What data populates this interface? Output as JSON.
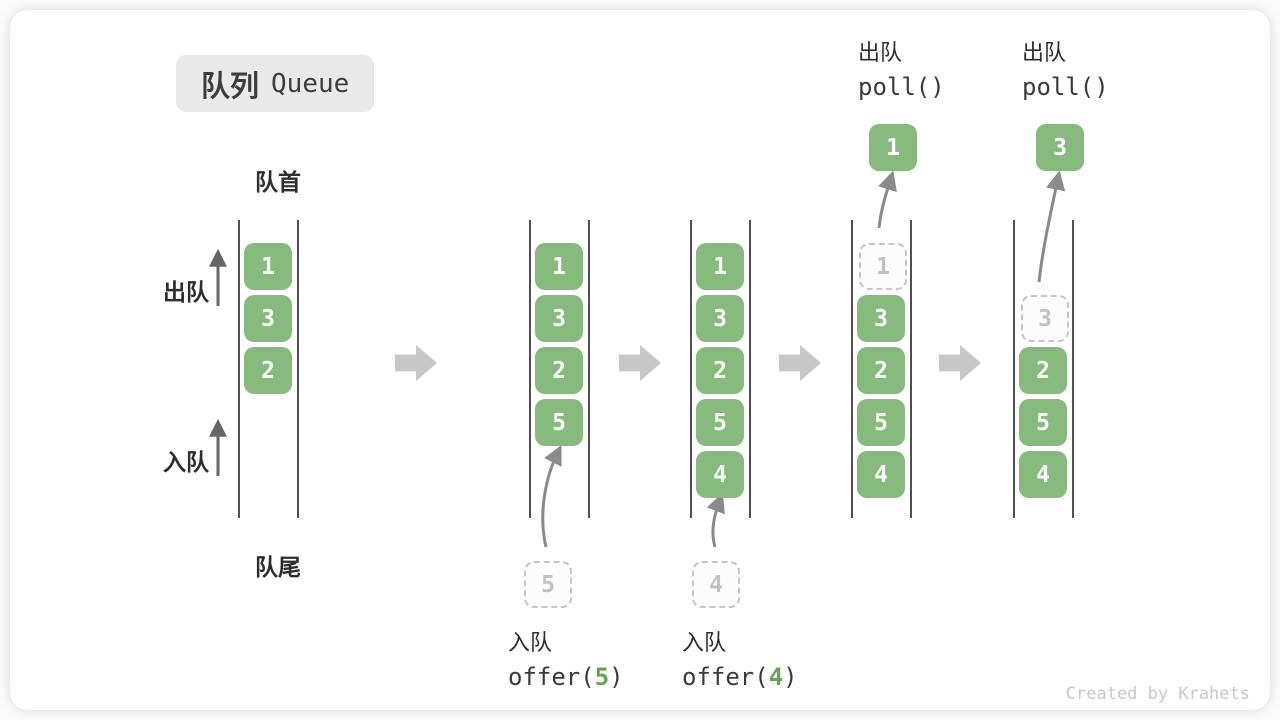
{
  "title": {
    "zh": "队列",
    "en": "Queue"
  },
  "side_labels": {
    "front": "队首",
    "rear": "队尾",
    "dequeue": "出队",
    "enqueue": "入队"
  },
  "ops": {
    "enqueue_zh": "入队",
    "dequeue_zh": "出队",
    "offer_pre": "offer(",
    "offer_post": ")",
    "poll_code": "poll()"
  },
  "states": [
    {
      "boxes": [
        "1",
        "3",
        "2"
      ]
    },
    {
      "boxes": [
        "1",
        "3",
        "2",
        "5"
      ],
      "incoming": "5",
      "op_arg": "5"
    },
    {
      "boxes": [
        "1",
        "3",
        "2",
        "5",
        "4"
      ],
      "incoming": "4",
      "op_arg": "4"
    },
    {
      "removed": "1",
      "boxes": [
        "3",
        "2",
        "5",
        "4"
      ],
      "outgoing": "1"
    },
    {
      "removed": "3",
      "boxes": [
        "2",
        "5",
        "4"
      ],
      "outgoing": "3"
    }
  ],
  "watermark": "Created by Krahets",
  "colors": {
    "box_green": "#87ba7d",
    "accent_green": "#67a355",
    "block_arrow_gray": "#c7c7c7",
    "curve_arrow_gray": "#8a8a8a",
    "label_dark": "#2e2e2e",
    "dashed_gray": "#c6c6c6"
  }
}
